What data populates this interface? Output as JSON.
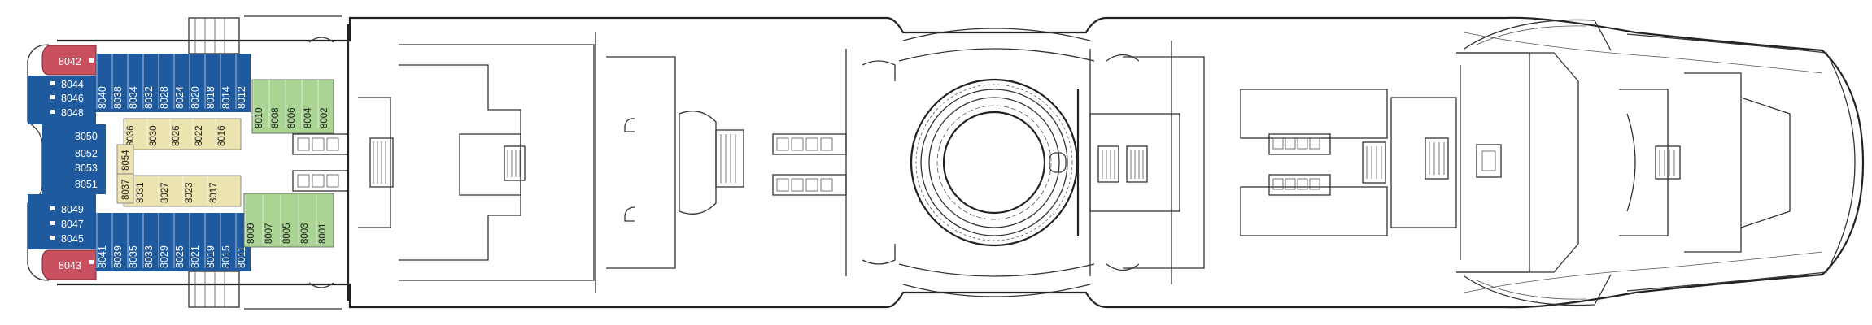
{
  "deck_plan": {
    "colors": {
      "suite": "#c8505f",
      "balcony": "#1f5a9e",
      "oceanview": "#a9d494",
      "interior": "#ebe3b0",
      "hull_line": "#333333"
    },
    "cabins_suite": [
      {
        "id": "suite-top",
        "label": "8042"
      },
      {
        "id": "suite-bottom",
        "label": "8043"
      }
    ],
    "cabins_stern_balcony": [
      {
        "label": "8044"
      },
      {
        "label": "8046"
      },
      {
        "label": "8048"
      },
      {
        "label": "8050"
      },
      {
        "label": "8052"
      },
      {
        "label": "8053"
      },
      {
        "label": "8051"
      },
      {
        "label": "8049"
      },
      {
        "label": "8047"
      },
      {
        "label": "8045"
      }
    ],
    "cabins_top_balcony": [
      "8040",
      "8038",
      "8034",
      "8032",
      "8028",
      "8024",
      "8020",
      "8018",
      "8014",
      "8012"
    ],
    "cabins_bottom_balcony": [
      "8041",
      "8039",
      "8035",
      "8033",
      "8029",
      "8025",
      "8021",
      "8019",
      "8015",
      "8011"
    ],
    "cabins_top_oceanview": [
      "8010",
      "8008",
      "8006",
      "8004",
      "8002"
    ],
    "cabins_bottom_oceanview": [
      "8009",
      "8007",
      "8005",
      "8003",
      "8001"
    ],
    "cabins_top_interior": [
      "8036",
      "8030",
      "8026",
      "8022",
      "8016"
    ],
    "cabins_bottom_interior": [
      "8031",
      "8027",
      "8023",
      "8017"
    ],
    "cabins_interior_single": [
      "8054",
      "8037"
    ],
    "icons": {
      "accessible": "square-marker-icon",
      "connecting": "dot-marker-icon",
      "stairs": "staircase-icon",
      "elevator": "elevator-icon"
    }
  }
}
